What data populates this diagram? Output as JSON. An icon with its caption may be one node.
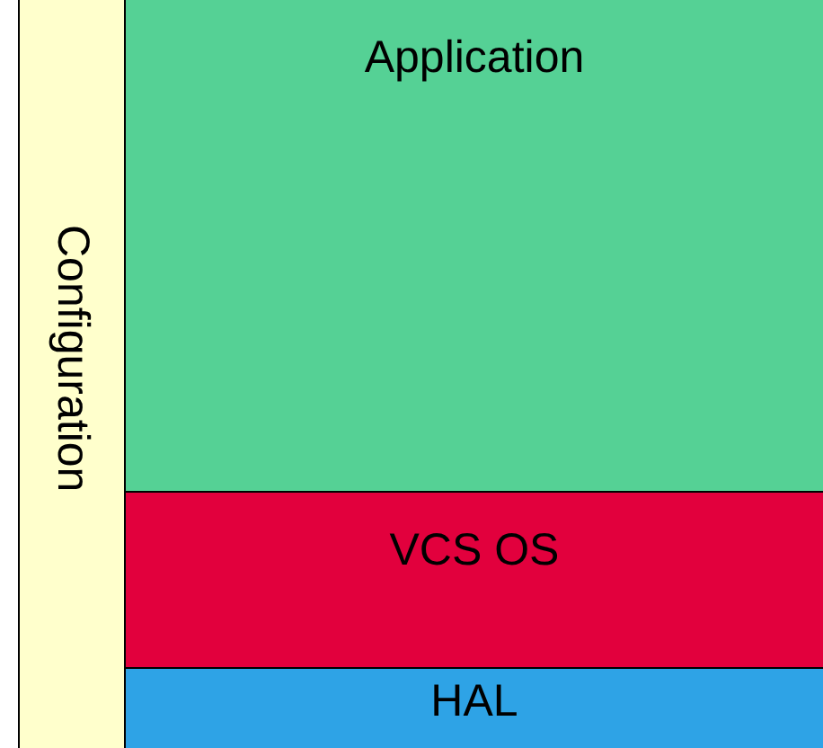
{
  "diagram": {
    "nodes": [
      {
        "text": [
          "Configuration"
        ]
      },
      {
        "text": [
          "Application"
        ]
      },
      {
        "text": [
          "VCS OS"
        ]
      },
      {
        "text": [
          "HAL"
        ]
      }
    ],
    "edges": []
  }
}
